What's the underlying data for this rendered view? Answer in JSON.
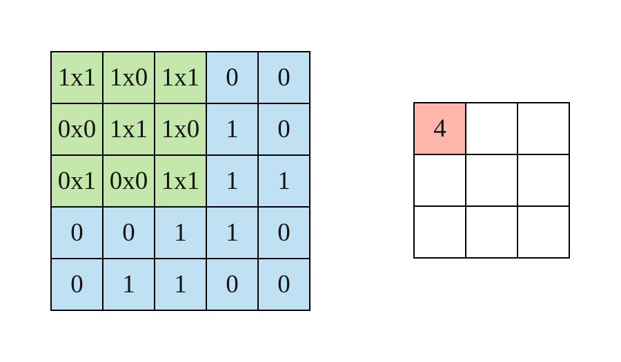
{
  "colors": {
    "canvas_bg": "#ffffff",
    "kernel_cell_bg": "#c4e7ab",
    "input_cell_bg": "#bfe1f3",
    "output_highlight_bg": "#feb6ab",
    "output_cell_bg": "#ffffff",
    "grid_line": "#000000",
    "text": "#151515"
  },
  "input_matrix": {
    "rows": 5,
    "cols": 5,
    "grid": [
      [
        "1x1",
        "1x0",
        "1x1",
        "0",
        "0"
      ],
      [
        "0x0",
        "1x1",
        "1x0",
        "1",
        "0"
      ],
      [
        "0x1",
        "0x0",
        "1x1",
        "1",
        "1"
      ],
      [
        "0",
        "0",
        "1",
        "1",
        "0"
      ],
      [
        "0",
        "1",
        "1",
        "0",
        "0"
      ]
    ],
    "kernel_region": {
      "row_start": 0,
      "col_start": 0,
      "rows": 3,
      "cols": 3
    }
  },
  "output_matrix": {
    "rows": 3,
    "cols": 3,
    "grid": [
      [
        "4",
        "",
        ""
      ],
      [
        "",
        "",
        ""
      ],
      [
        "",
        "",
        ""
      ]
    ],
    "highlight": {
      "row": 0,
      "col": 0
    }
  }
}
